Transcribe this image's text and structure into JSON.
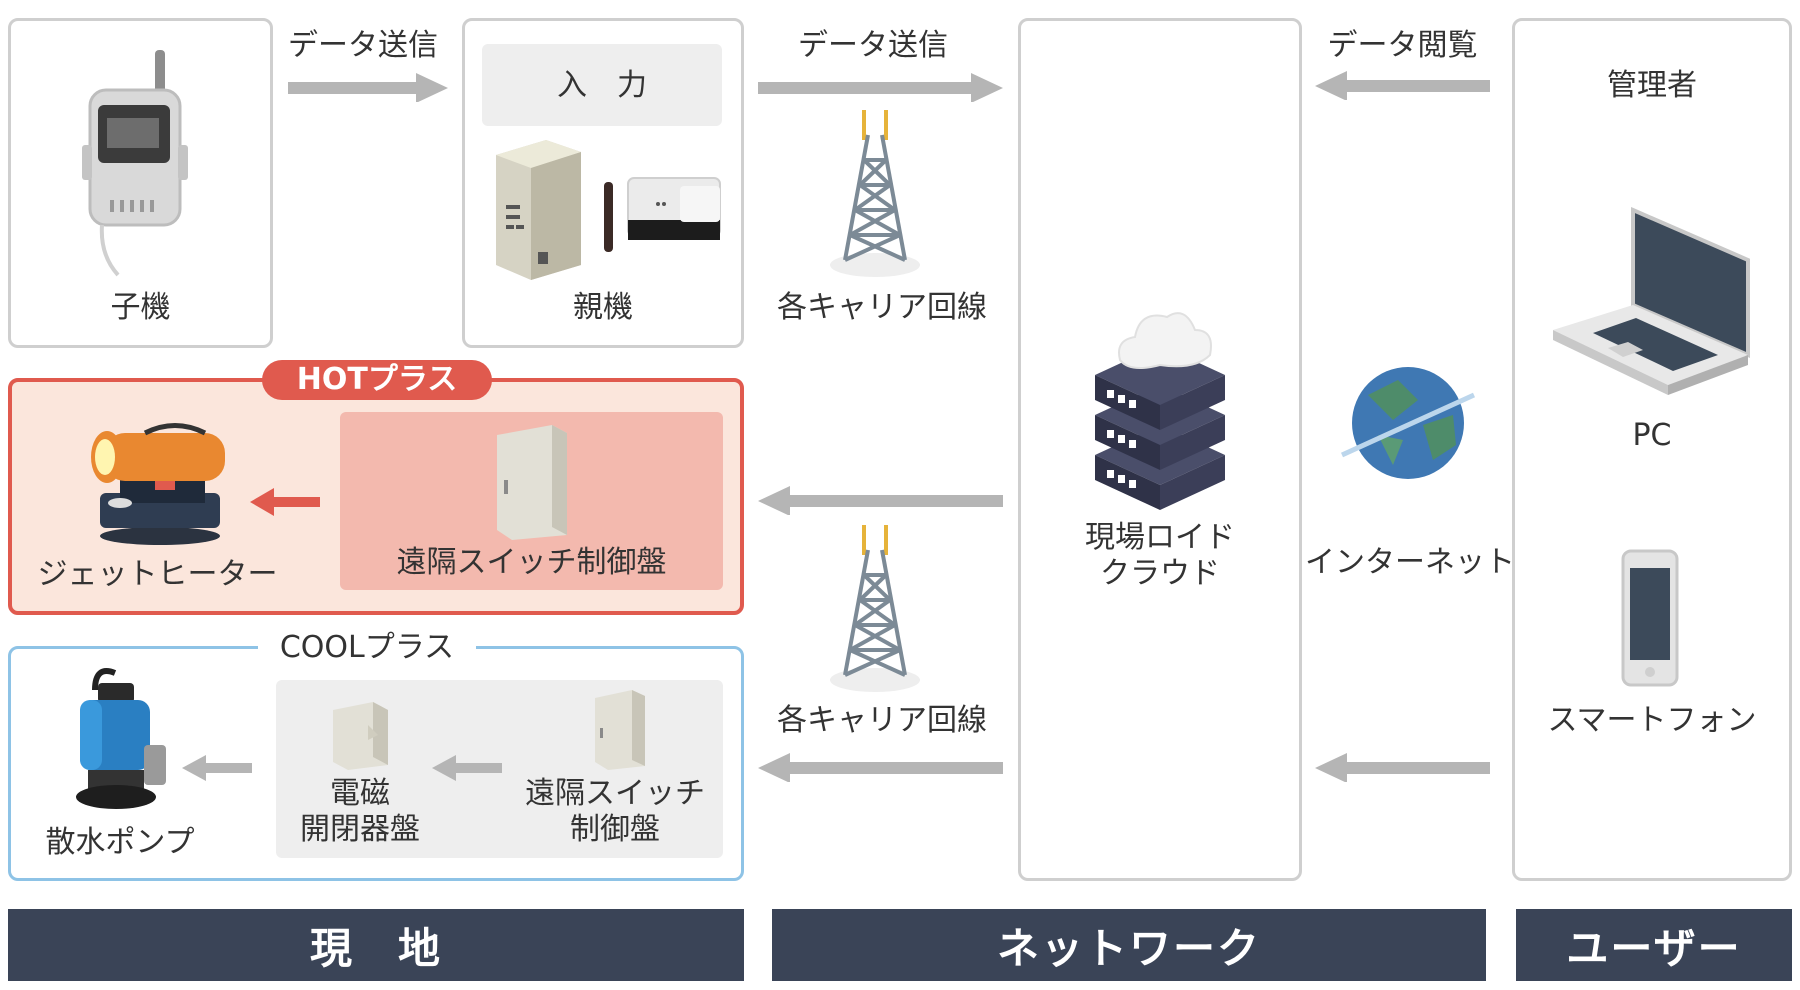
{
  "site": {
    "child_label": "子機",
    "parent_label": "親機",
    "input_label": "入　力",
    "data_send_1": "データ送信",
    "data_send_2": "データ送信",
    "data_view": "データ閲覧"
  },
  "hot": {
    "badge": "HOTプラス",
    "heater_label": "ジェットヒーター",
    "switch_label": "遠隔スイッチ制御盤",
    "color": "#e05a4e",
    "bg": "#fbe6dc",
    "inner_bg": "#f3b9ae"
  },
  "cool": {
    "title": "COOLプラス",
    "pump_label": "散水ポンプ",
    "mag_label_1": "電磁",
    "mag_label_2": "開閉器盤",
    "switch_label_1": "遠隔スイッチ",
    "switch_label_2": "制御盤",
    "color": "#8ec3e6"
  },
  "network": {
    "carrier_1": "各キャリア回線",
    "carrier_2": "各キャリア回線",
    "cloud_1": "現場ロイド",
    "cloud_2": "クラウド",
    "internet": "インターネット"
  },
  "user": {
    "admin": "管理者",
    "pc": "PC",
    "smartphone": "スマートフォン"
  },
  "footer": {
    "site": "現　地",
    "network": "ネットワーク",
    "user": "ユーザー",
    "color": "#3a4457"
  }
}
